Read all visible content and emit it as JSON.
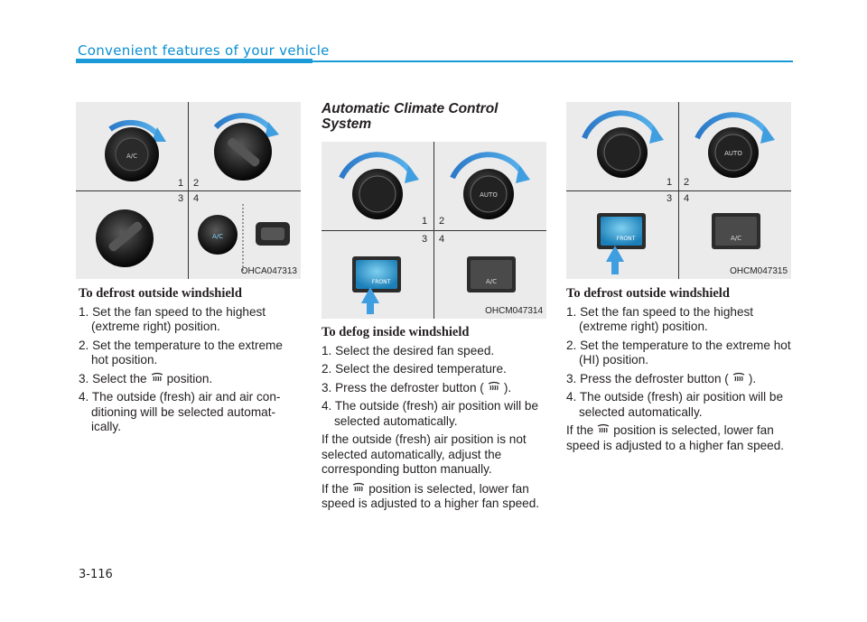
{
  "header": {
    "title": "Convenient features of your vehicle"
  },
  "left": {
    "figure": {
      "n1": "1",
      "n2": "2",
      "n3": "3",
      "n4": "4",
      "code": "OHCA047313",
      "ac_label": "A/C"
    },
    "heading": "To defrost outside windshield",
    "steps": [
      "1. Set the fan speed to the highest (extreme right) position.",
      "2. Set the temperature to the extreme hot position."
    ],
    "step3_a": "3. Select the",
    "step3_b": "position.",
    "step4": "4. The outside (fresh) air and air con-ditioning will be selected automat-ically."
  },
  "middle": {
    "heading": "Automatic Climate Control System",
    "figure": {
      "n1": "1",
      "n2": "2",
      "n3": "3",
      "n4": "4",
      "code": "OHCM047314",
      "auto_label": "AUTO",
      "front_label": "FRONT",
      "ac_label": "A/C"
    },
    "subheading": "To defog inside windshield",
    "step1": "1. Select the desired fan speed.",
    "step2": "2. Select the desired temperature.",
    "step3_a": "3. Press the defroster button (",
    "step3_b": ").",
    "step4": "4. The outside (fresh) air position will be selected automatically.",
    "para1": "If the outside (fresh) air position is not selected automatically, adjust the corresponding button manually.",
    "para2_a": "If the",
    "para2_b": "position is selected, lower fan speed is adjusted to a higher fan speed."
  },
  "right": {
    "figure": {
      "n1": "1",
      "n2": "2",
      "n3": "3",
      "n4": "4",
      "code": "OHCM047315",
      "auto_label": "AUTO",
      "front_label": "FRONT",
      "ac_label": "A/C"
    },
    "heading": "To defrost outside windshield",
    "step1": "1. Set the fan speed to the highest (extreme right) position.",
    "step2": "2. Set the temperature to the extreme hot (HI) position.",
    "step3_a": "3. Press the defroster button (",
    "step3_b": ").",
    "step4": "4. The outside (fresh) air position will be selected automatically.",
    "para_a": "If the",
    "para_b": "position is selected, lower fan speed is adjusted to a higher fan speed."
  },
  "footer": {
    "page": "3-116"
  }
}
